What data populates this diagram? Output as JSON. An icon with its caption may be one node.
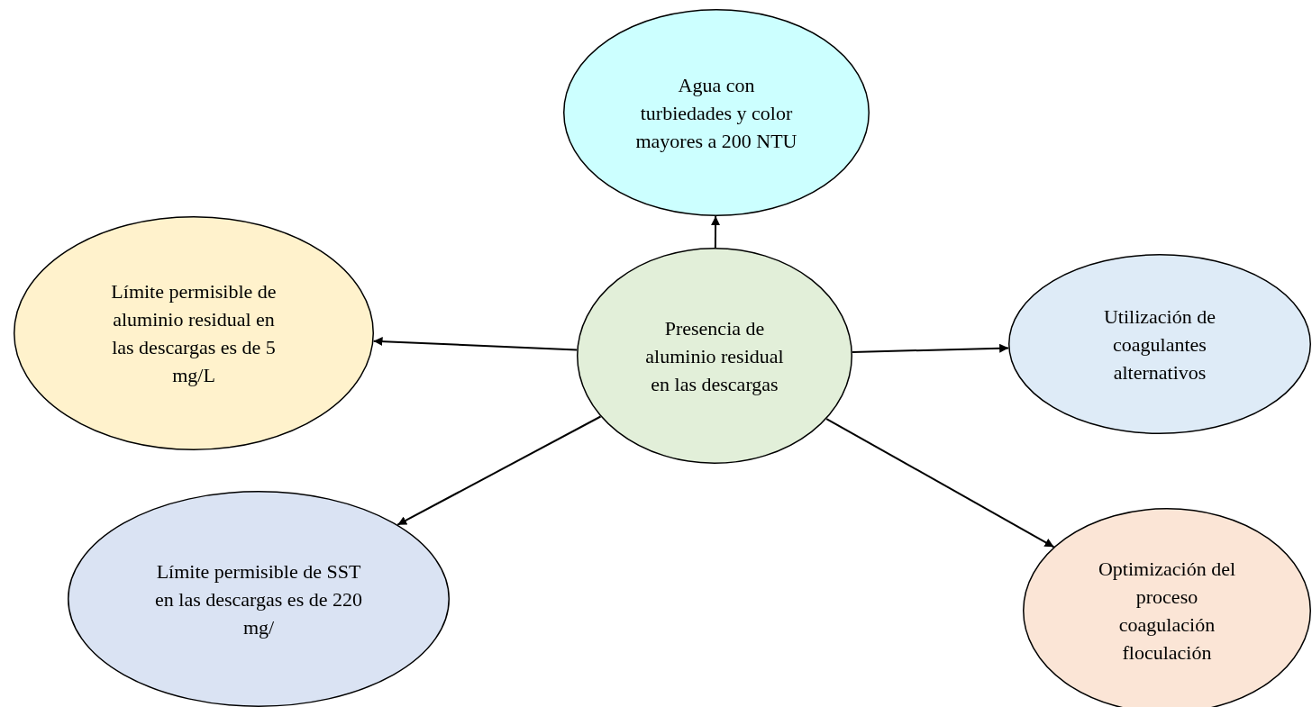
{
  "diagram": {
    "nodes": [
      {
        "text": [
          "Agua con turbiedades y color mayores a 200 NTU"
        ]
      },
      {
        "text": [
          "Límite permisible de aluminio residual en las descargas es de 5 mg/L"
        ]
      },
      {
        "text": [
          "Presencia de aluminio residual en las descargas"
        ]
      },
      {
        "text": [
          "Utilización de coagulantes alternativos"
        ]
      },
      {
        "text": [
          "Límite permisible de SST en las descargas es de 220 mg/"
        ]
      },
      {
        "text": [
          "Optimización del proceso coagulación floculación"
        ]
      }
    ],
    "edges": [
      {
        "from": 2,
        "to": 0,
        "arrow": "to"
      },
      {
        "from": 2,
        "to": 1,
        "arrow": "to"
      },
      {
        "from": 2,
        "to": 3,
        "arrow": "to"
      },
      {
        "from": 2,
        "to": 4,
        "arrow": "to"
      },
      {
        "from": 2,
        "to": 5,
        "arrow": "to"
      }
    ]
  }
}
